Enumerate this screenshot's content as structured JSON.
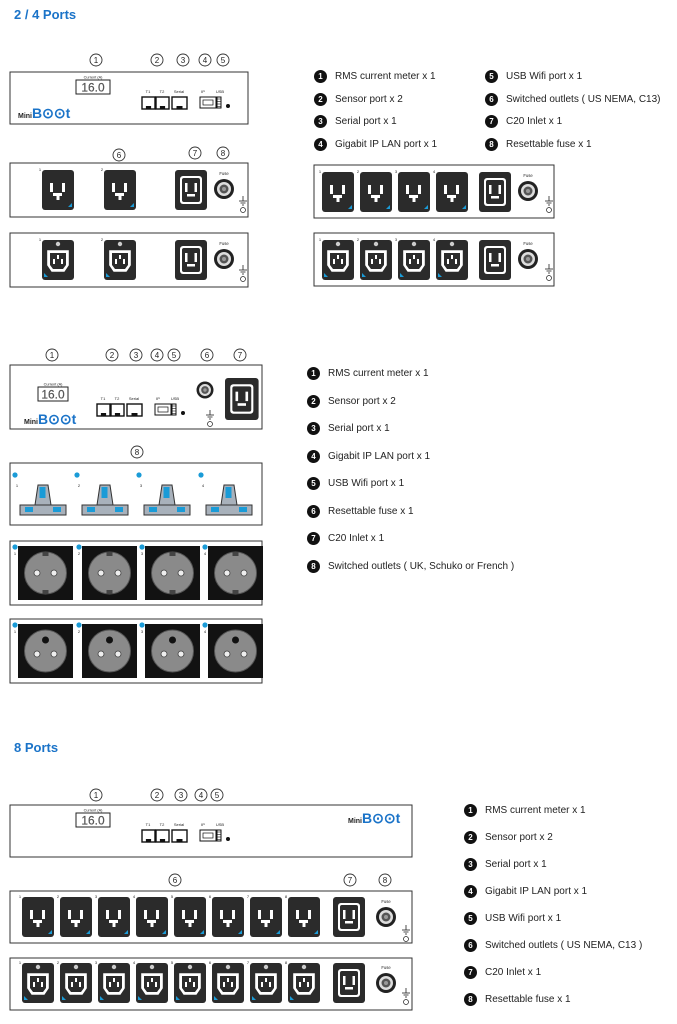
{
  "section1": {
    "heading": "2 / 4 Ports",
    "legend": [
      {
        "n": "1",
        "text": "RMS current meter   x 1"
      },
      {
        "n": "2",
        "text": "Sensor port   x 2"
      },
      {
        "n": "3",
        "text": "Serial port   x 1"
      },
      {
        "n": "4",
        "text": "Gigabit IP LAN port   x 1"
      },
      {
        "n": "5",
        "text": "USB Wifi port   x 1"
      },
      {
        "n": "6",
        "text": "Switched outlets ( US NEMA, C13)"
      },
      {
        "n": "7",
        "text": "C20 Inlet   x 1"
      },
      {
        "n": "8",
        "text": "Resettable fuse   x 1"
      }
    ]
  },
  "section2": {
    "legend": [
      {
        "n": "1",
        "text": "RMS current meter   x 1"
      },
      {
        "n": "2",
        "text": "Sensor port   x 2"
      },
      {
        "n": "3",
        "text": "Serial port   x 1"
      },
      {
        "n": "4",
        "text": "Gigabit IP LAN port   x 1"
      },
      {
        "n": "5",
        "text": "USB Wifi port   x 1"
      },
      {
        "n": "6",
        "text": "Resettable fuse   x 1"
      },
      {
        "n": "7",
        "text": "C20 Inlet   x 1"
      },
      {
        "n": "8",
        "text": "Switched outlets ( UK, Schuko or French )"
      }
    ]
  },
  "section3": {
    "heading": "8 Ports",
    "legend": [
      {
        "n": "1",
        "text": "RMS current meter   x 1"
      },
      {
        "n": "2",
        "text": "Sensor port   x 2"
      },
      {
        "n": "3",
        "text": "Serial port   x 1"
      },
      {
        "n": "4",
        "text": "Gigabit IP LAN port   x 1"
      },
      {
        "n": "5",
        "text": "USB Wifi port   x 1"
      },
      {
        "n": "6",
        "text": "Switched outlets ( US NEMA, C13 )"
      },
      {
        "n": "7",
        "text": "C20 Inlet   x 1"
      },
      {
        "n": "8",
        "text": "Resettable fuse   x 1"
      }
    ]
  },
  "device": {
    "current_label": "Current (A)",
    "current_value": "16.0",
    "t1": "T1",
    "t2": "T2",
    "serial": "Serial",
    "ip": "IP",
    "usb": "USB",
    "fuse": "Fuse",
    "brand_mini": "Mini",
    "brand_boot": "B⊙⊙t"
  },
  "callouts": [
    "1",
    "2",
    "3",
    "4",
    "5",
    "6",
    "7",
    "8"
  ],
  "outlet_numbers": [
    "1",
    "2",
    "3",
    "4",
    "5",
    "6",
    "7",
    "8"
  ],
  "colors": {
    "heading": "#1a73c8",
    "accent": "#1a9bd7",
    "outlet": "#2b2b2b"
  }
}
